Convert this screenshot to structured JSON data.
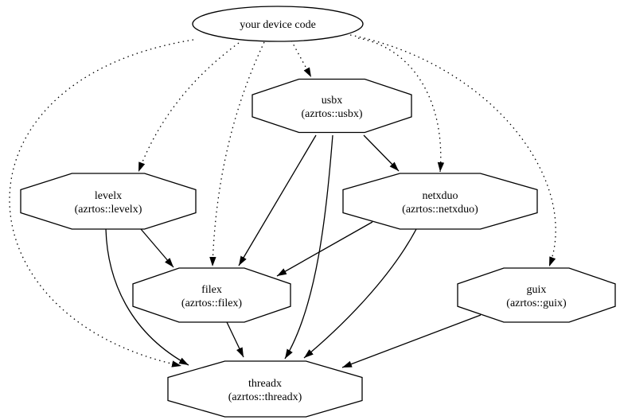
{
  "diagram": {
    "type": "dependency-graph",
    "background_color": "#ffffff",
    "line_color": "#000000",
    "text_color": "#000000",
    "nodes": [
      {
        "id": "device",
        "label": "your device code",
        "sublabel": "",
        "shape": "ellipse"
      },
      {
        "id": "usbx",
        "label": "usbx",
        "sublabel": "(azrtos::usbx)",
        "shape": "octagon"
      },
      {
        "id": "levelx",
        "label": "levelx",
        "sublabel": "(azrtos::levelx)",
        "shape": "octagon"
      },
      {
        "id": "netxduo",
        "label": "netxduo",
        "sublabel": "(azrtos::netxduo)",
        "shape": "octagon"
      },
      {
        "id": "filex",
        "label": "filex",
        "sublabel": "(azrtos::filex)",
        "shape": "octagon"
      },
      {
        "id": "guix",
        "label": "guix",
        "sublabel": "(azrtos::guix)",
        "shape": "octagon"
      },
      {
        "id": "threadx",
        "label": "threadx",
        "sublabel": "(azrtos::threadx)",
        "shape": "octagon"
      }
    ],
    "edges": [
      {
        "from": "device",
        "to": "usbx",
        "style": "dotted"
      },
      {
        "from": "device",
        "to": "levelx",
        "style": "dotted"
      },
      {
        "from": "device",
        "to": "filex",
        "style": "dotted"
      },
      {
        "from": "device",
        "to": "netxduo",
        "style": "dotted"
      },
      {
        "from": "device",
        "to": "guix",
        "style": "dotted"
      },
      {
        "from": "device",
        "to": "threadx",
        "style": "dotted"
      },
      {
        "from": "usbx",
        "to": "netxduo",
        "style": "solid"
      },
      {
        "from": "usbx",
        "to": "filex",
        "style": "solid"
      },
      {
        "from": "usbx",
        "to": "threadx",
        "style": "solid"
      },
      {
        "from": "levelx",
        "to": "filex",
        "style": "solid"
      },
      {
        "from": "levelx",
        "to": "threadx",
        "style": "solid"
      },
      {
        "from": "netxduo",
        "to": "filex",
        "style": "solid"
      },
      {
        "from": "netxduo",
        "to": "threadx",
        "style": "solid"
      },
      {
        "from": "filex",
        "to": "threadx",
        "style": "solid"
      },
      {
        "from": "guix",
        "to": "threadx",
        "style": "solid"
      }
    ]
  }
}
